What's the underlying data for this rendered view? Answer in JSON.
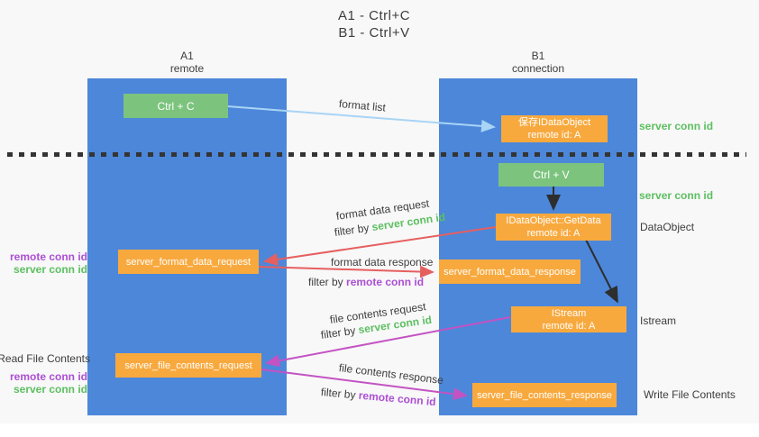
{
  "colors": {
    "lane_blue": "#4c87da",
    "box_green": "#7cc47e",
    "box_orange": "#f8a93e",
    "arrow_blue": "#a9d4f5",
    "arrow_red": "#e65f5f",
    "arrow_magenta": "#c353c3",
    "arrow_black": "#2e2e2e",
    "text_dark": "#3d3d3d",
    "text_green": "#5cbf60",
    "text_purple": "#ac4fd4"
  },
  "title": {
    "line1": "A1 - Ctrl+C",
    "line2": "B1 - Ctrl+V"
  },
  "columns": {
    "left": {
      "id": "A1",
      "subtitle": "remote"
    },
    "right": {
      "id": "B1",
      "subtitle": "connection"
    }
  },
  "boxes": {
    "ctrl_c": "Ctrl + C",
    "ctrl_v": "Ctrl + V",
    "save_idataobject": {
      "line1": "保存IDataObject",
      "line2": "remote id: A"
    },
    "getdata": {
      "line1": "IDataObject::GetData",
      "line2": "remote id: A"
    },
    "istream": {
      "line1": "IStream",
      "line2": "remote id: A"
    },
    "format_request": "server_format_data_request",
    "format_response": "server_format_data_response",
    "file_request": "server_file_contents_request",
    "file_response": "server_file_contents_response"
  },
  "left_labels": {
    "remote_conn_id_top": "remote conn id",
    "server_conn_id_top": "server conn id",
    "read_file_contents": "Read File Contents",
    "remote_conn_id_bottom": "remote conn id",
    "server_conn_id_bottom": "server conn id"
  },
  "right_labels": {
    "server_conn_id_top": "server conn id",
    "server_conn_id_mid": "server conn id",
    "dataobject": "DataObject",
    "istream": "Istream",
    "write_file_contents": "Write File Contents"
  },
  "arrow_labels": {
    "format_list": "format list",
    "format_data_request": "format data request",
    "format_data_response": "format data response",
    "file_contents_request": "file contents request",
    "file_contents_response": "file contents response",
    "filter_by": "filter by",
    "server_conn_id": "server conn id",
    "remote_conn_id": "remote conn id"
  }
}
